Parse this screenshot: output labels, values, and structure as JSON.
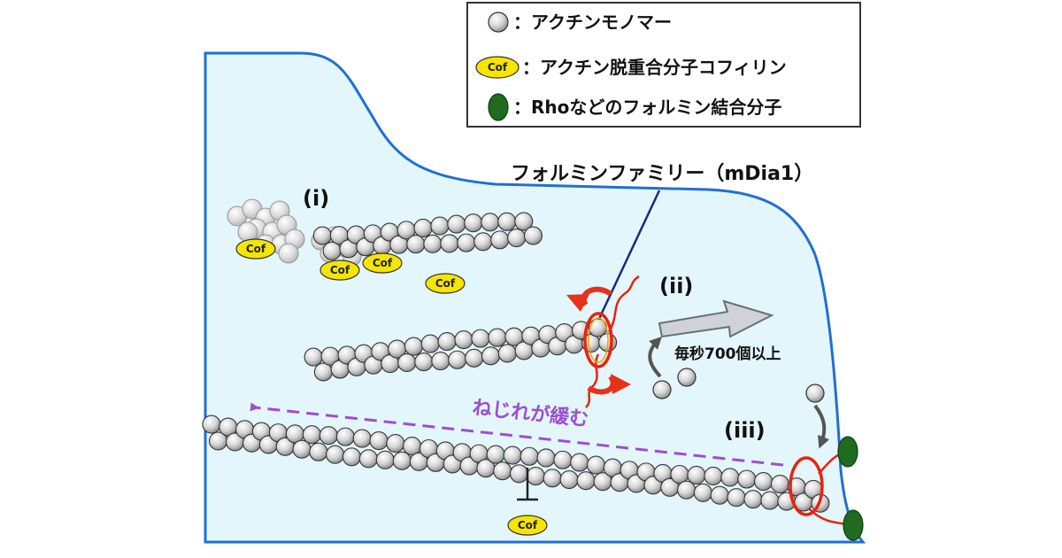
{
  "legend": {
    "items": [
      {
        "symbol": "monomer",
        "label": "：アクチンモノマー"
      },
      {
        "symbol": "cofilin",
        "symbol_text": "Cof",
        "label": "：アクチン脱重合分子コフィリン"
      },
      {
        "symbol": "binding-molecule",
        "label": "：Rhoなどのフォルミン結合分子"
      }
    ]
  },
  "labels": {
    "formin_family": "フォルミンファミリー（mDia1）",
    "stage_i": "(i)",
    "stage_ii": "(ii)",
    "stage_iii": "(iii)",
    "rate": "毎秒700個以上",
    "twist": "ねじれが緩む",
    "cof": "Cof"
  },
  "colors": {
    "cell_fill": "#e3f6fb",
    "cell_edge": "#1f6fd6",
    "cofilin_fill": "#f6e500",
    "binding_fill": "#1f6b1f",
    "formin_ring": "#e82310",
    "rotation_arrow": "#e8311a",
    "twist_arrow": "#9b4fd0",
    "growth_arrow": "#cfd3d8",
    "pointer_line": "#1a2a80"
  }
}
